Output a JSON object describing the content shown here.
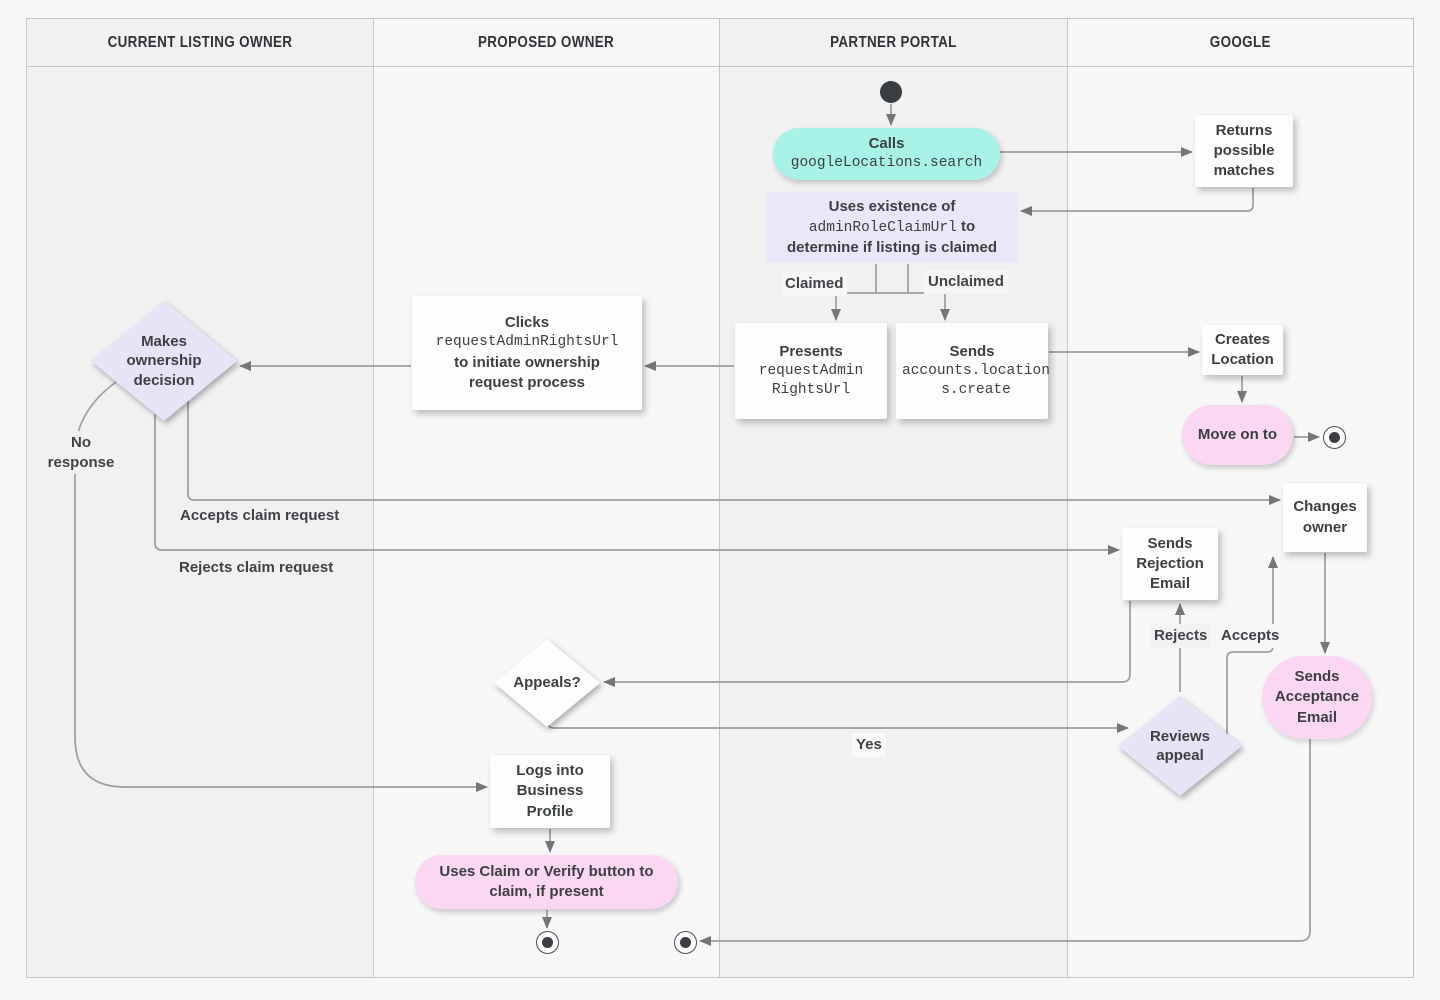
{
  "lanes": [
    {
      "label": "CURRENT LISTING OWNER"
    },
    {
      "label": "PROPOSED OWNER"
    },
    {
      "label": "PARTNER PORTAL"
    },
    {
      "label": "GOOGLE"
    }
  ],
  "colors": {
    "teal": "#a9f2e8",
    "lavender_box": "#ebe7f8",
    "lavender_diamond": "#e8e3f6",
    "pink": "#fbd7f3",
    "white": "#fdfdfd"
  },
  "nodes": {
    "calls": {
      "title": "Calls",
      "code": "googleLocations.search"
    },
    "returns_matches": {
      "text": "Returns possible matches"
    },
    "uses_existence": {
      "text_before": "Uses existence of",
      "code": "adminRoleClaimUrl",
      "text_after": "to determine if listing is claimed"
    },
    "presents": {
      "title": "Presents",
      "code": "requestAdminRightsUrl"
    },
    "sends_create": {
      "title": "Sends",
      "code": "accounts.locations.create"
    },
    "clicks": {
      "text_before": "Clicks",
      "code": "requestAdminRightsUrl",
      "text_after": "to initiate ownership request process"
    },
    "makes_decision": {
      "text": "Makes ownership decision"
    },
    "creates_location": {
      "text": "Creates Location"
    },
    "move_on": {
      "text": "Move on to"
    },
    "changes_owner": {
      "text": "Changes owner"
    },
    "sends_rejection": {
      "text": "Sends Rejection Email"
    },
    "sends_acceptance": {
      "text": "Sends Acceptance Email"
    },
    "appeals": {
      "text": "Appeals?"
    },
    "reviews_appeal": {
      "text": "Reviews appeal"
    },
    "logs_into": {
      "text": "Logs into Business Profile"
    },
    "uses_claim": {
      "text": "Uses Claim or Verify button to claim, if present"
    }
  },
  "edge_labels": {
    "claimed": "Claimed",
    "unclaimed": "Unclaimed",
    "no_response": "No response",
    "accepts_claim": "Accepts claim request",
    "rejects_claim": "Rejects claim request",
    "rejects": "Rejects",
    "accepts": "Accepts",
    "yes": "Yes"
  }
}
